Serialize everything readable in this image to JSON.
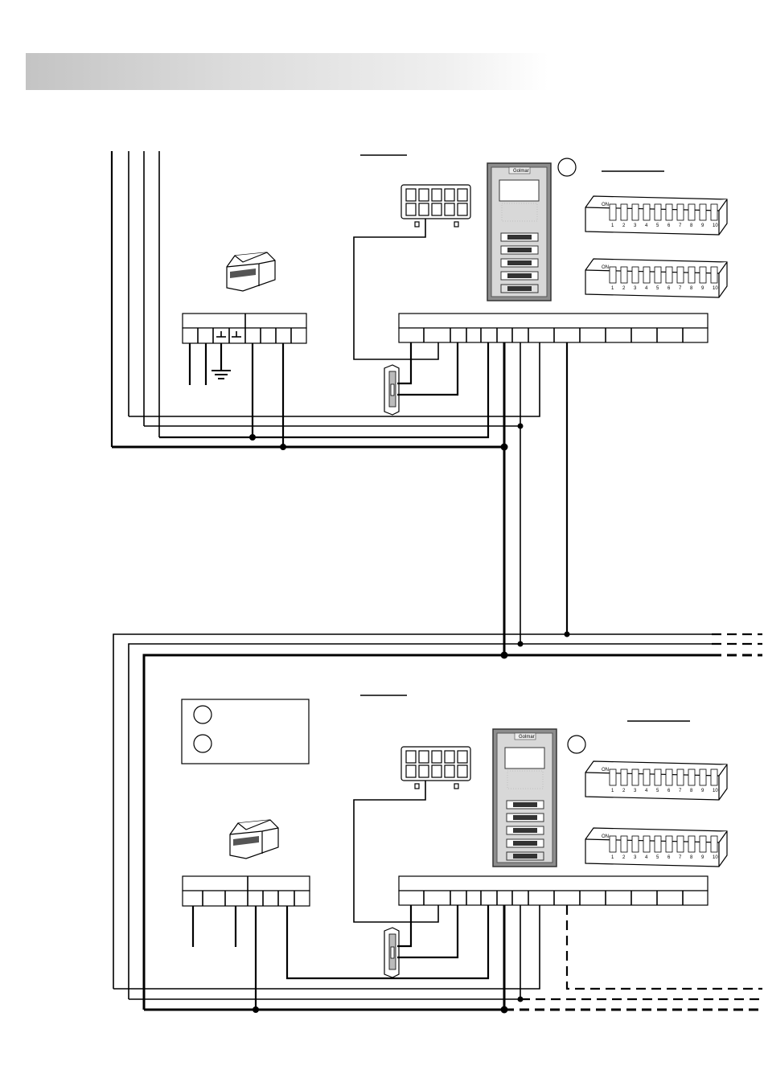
{
  "panel": {
    "brand": "Golmar",
    "dip_numbers": [
      "1",
      "2",
      "3",
      "4",
      "5",
      "6",
      "7",
      "8",
      "9",
      "10"
    ],
    "dip_on_label": "ON"
  },
  "colors": {
    "header_gradient_start": "#c4c4c4",
    "header_gradient_end": "#ffffff",
    "wire": "#000000",
    "panel_body": "#9a9a9a"
  },
  "icons": {
    "power_supply": "din-rail-power-supply-icon",
    "lock": "electric-door-lock-icon",
    "keypad": "push-button-module-icon",
    "dip": "dip-switch-icon",
    "earth": "ground-symbol-icon"
  }
}
